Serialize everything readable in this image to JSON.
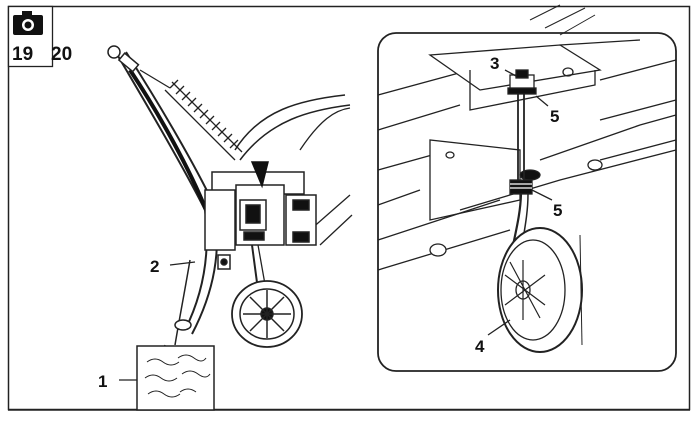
{
  "figure": {
    "camera_icon": "camera-icon",
    "figure_numbers": [
      "19",
      "20"
    ]
  },
  "callouts_left": {
    "bag": "1",
    "frame": "2"
  },
  "callouts_detail": {
    "knob": "3",
    "washer_top": "5",
    "washer_bottom": "5",
    "wheel": "4"
  }
}
